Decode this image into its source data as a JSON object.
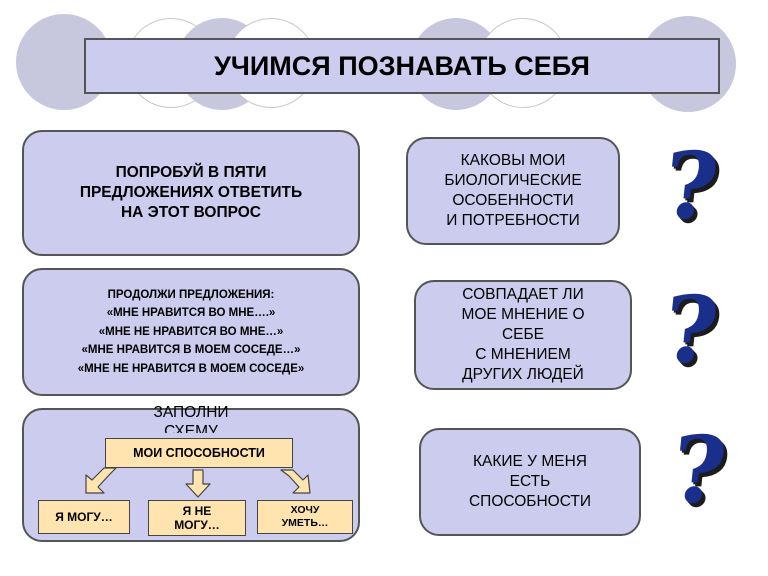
{
  "title": "УЧИМСЯ ПОЗНАВАТЬ СЕБЯ",
  "left_panels": {
    "p1_lines": [
      "ПОПРОБУЙ В ПЯТИ",
      "ПРЕДЛОЖЕНИЯХ ОТВЕТИТЬ",
      "НА ЭТОТ ВОПРОС"
    ],
    "p2_lines": [
      "ПРОДОЛЖИ ПРЕДЛОЖЕНИЯ:",
      "«МНЕ НРАВИТСЯ ВО МНЕ….»",
      "«МНЕ НЕ НРАВИТСЯ ВО МНЕ…»",
      "«МНЕ НРАВИТСЯ В МОЕМ СОСЕДЕ…»",
      "«МНЕ НЕ НРАВИТСЯ В МОЕМ СОСЕДЕ»"
    ],
    "p3_title_lines": [
      "ЗАПОЛНИ",
      "СХЕМУ"
    ]
  },
  "scheme": {
    "root": "МОИ СПОСОБНОСТИ",
    "child1": "Я МОГУ…",
    "child2_lines": [
      "Я НЕ",
      "МОГУ…"
    ],
    "child3_lines": [
      "ХОЧУ",
      "УМЕТЬ…"
    ]
  },
  "right_panels": {
    "r1_lines": [
      "КАКОВЫ МОИ",
      "БИОЛОГИЧЕСКИЕ",
      "ОСОБЕННОСТИ",
      "И ПОТРЕБНОСТИ"
    ],
    "r2_lines": [
      "СОВПАДАЕТ ЛИ",
      "МОЕ МНЕНИЕ О",
      "СЕБЕ",
      "С МНЕНИЕМ",
      "ДРУГИХ ЛЮДЕЙ"
    ],
    "r3_lines": [
      "КАКИЕ У МЕНЯ",
      "ЕСТЬ",
      "СПОСОБНОСТИ"
    ]
  },
  "question_mark": "?",
  "colors": {
    "panel_fill": "#ccccee",
    "box_fill": "#ffe4b0",
    "question_mark": "#1a2e8c"
  }
}
